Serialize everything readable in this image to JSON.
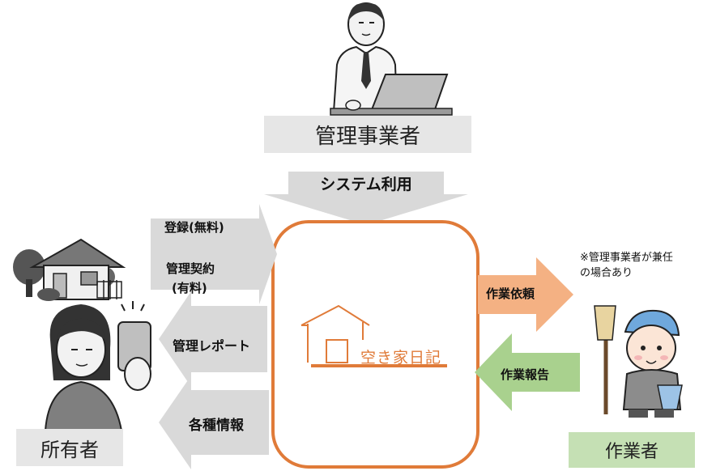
{
  "manager": {
    "label": "管理事業者"
  },
  "system_use": {
    "label": "システム利用"
  },
  "owner_arrows": {
    "register": "登録(無料)",
    "contract_line1": "管理契約",
    "contract_line2": "(有料)",
    "report": "管理レポート",
    "info": "各種情報"
  },
  "owner": {
    "label": "所有者"
  },
  "center": {
    "logo_text": "空き家日記"
  },
  "worker_arrows": {
    "request": "作業依頼",
    "report": "作業報告",
    "note_line1": "※管理事業者が兼任",
    "note_line2": "の場合あり"
  },
  "worker": {
    "label": "作業者"
  },
  "colors": {
    "orange": "#e07b39",
    "gray_arrow": "#d9d9d9",
    "orange_arrow": "#f4b183",
    "green_arrow": "#a9d18e",
    "label_gray": "#e6e6e6",
    "label_green": "#c5e0b4"
  }
}
